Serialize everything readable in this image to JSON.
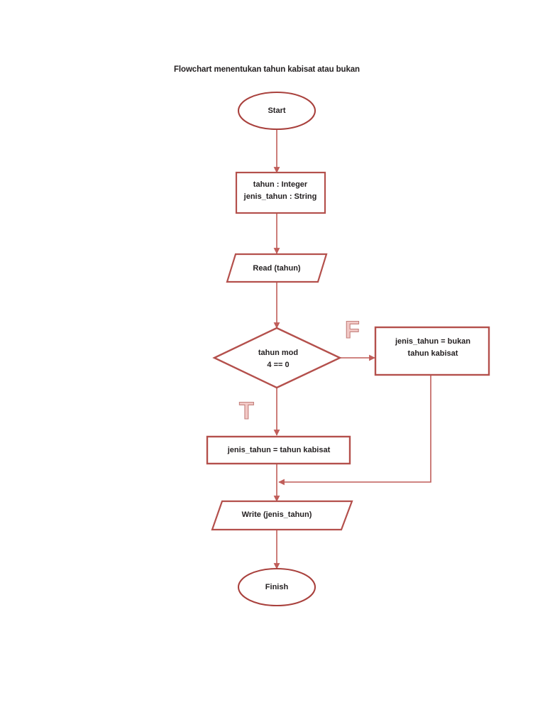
{
  "document": {
    "title": "Flowchart menentukan tahun kabisat atau bukan",
    "background_color": "#ffffff",
    "shape_stroke_color": "#b4504c",
    "connector_color": "#c05d59",
    "text_color": "#231f20",
    "branch_letter_fill": "#f2c9c6",
    "branch_letter_stroke": "#c4807c"
  },
  "flowchart": {
    "type": "flowchart",
    "nodes": [
      {
        "id": "start",
        "shape": "ellipse",
        "label": "Start"
      },
      {
        "id": "declare",
        "shape": "rectangle",
        "line1": "tahun : Integer",
        "line2": "jenis_tahun : String"
      },
      {
        "id": "read",
        "shape": "parallelogram",
        "label": "Read (tahun)"
      },
      {
        "id": "decision",
        "shape": "diamond",
        "line1": "tahun mod",
        "line2": "4 == 0"
      },
      {
        "id": "false_branch",
        "shape": "rectangle",
        "line1": "jenis_tahun = bukan",
        "line2": "tahun kabisat"
      },
      {
        "id": "true_branch",
        "shape": "rectangle",
        "label": "jenis_tahun = tahun kabisat"
      },
      {
        "id": "write",
        "shape": "parallelogram",
        "label": "Write (jenis_tahun)"
      },
      {
        "id": "finish",
        "shape": "ellipse",
        "label": "Finish"
      }
    ],
    "branch_labels": {
      "false": "F",
      "true": "T"
    },
    "edges": [
      {
        "from": "start",
        "to": "declare",
        "label": ""
      },
      {
        "from": "declare",
        "to": "read",
        "label": ""
      },
      {
        "from": "read",
        "to": "decision",
        "label": ""
      },
      {
        "from": "decision",
        "to": "false_branch",
        "label": "F"
      },
      {
        "from": "decision",
        "to": "true_branch",
        "label": "T"
      },
      {
        "from": "true_branch",
        "to": "write",
        "label": ""
      },
      {
        "from": "false_branch",
        "to": "write",
        "label": ""
      },
      {
        "from": "write",
        "to": "finish",
        "label": ""
      }
    ]
  }
}
